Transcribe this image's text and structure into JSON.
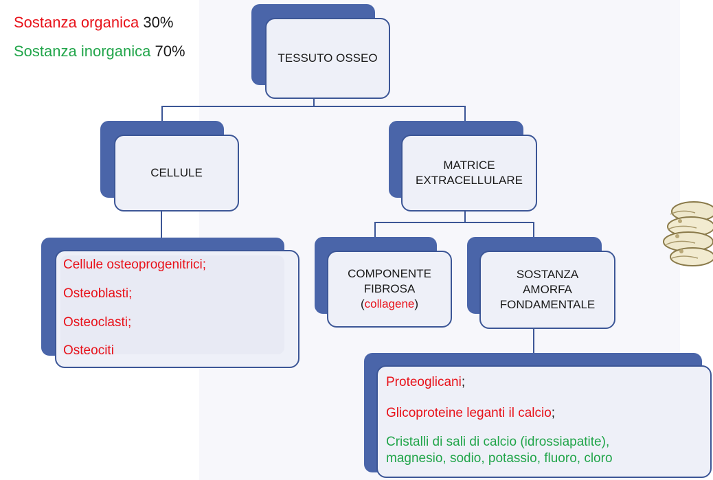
{
  "legend": {
    "organic_label": "Sostanza organica",
    "organic_value": "30%",
    "inorganic_label": "Sostanza inorganica",
    "inorganic_value": "70%"
  },
  "nodes": {
    "root": "TESSUTO OSSEO",
    "cells": "CELLULE",
    "matrix_line1": "MATRICE",
    "matrix_line2": "EXTRACELLULARE",
    "fibrous_line1": "COMPONENTE",
    "fibrous_line2": "FIBROSA",
    "fibrous_paren_open": "(",
    "fibrous_collagen": "collagene",
    "fibrous_paren_close": ")",
    "amorphous_line1": "SOSTANZA",
    "amorphous_line2": "AMORFA",
    "amorphous_line3": "FONDAMENTALE"
  },
  "cell_list": [
    "Cellule osteoprogenitrici;",
    "Osteoblasti;",
    "Osteoclasti;",
    "Osteociti"
  ],
  "ground_list": {
    "item1_red": "Proteoglicani",
    "item1_black": ";",
    "item2_red": "Glicoproteine leganti il calcio",
    "item2_black": ";",
    "item3_line1": "Cristalli di sali di calcio (idrossiapatite),",
    "item3_line2": "magnesio, sodio, potassio, fluoro, cloro"
  },
  "colors": {
    "red": "#e8121a",
    "green": "#21a54a",
    "box_shadow": "#4a65a9",
    "box_fill": "#eef0f8",
    "border": "#3c5696"
  }
}
